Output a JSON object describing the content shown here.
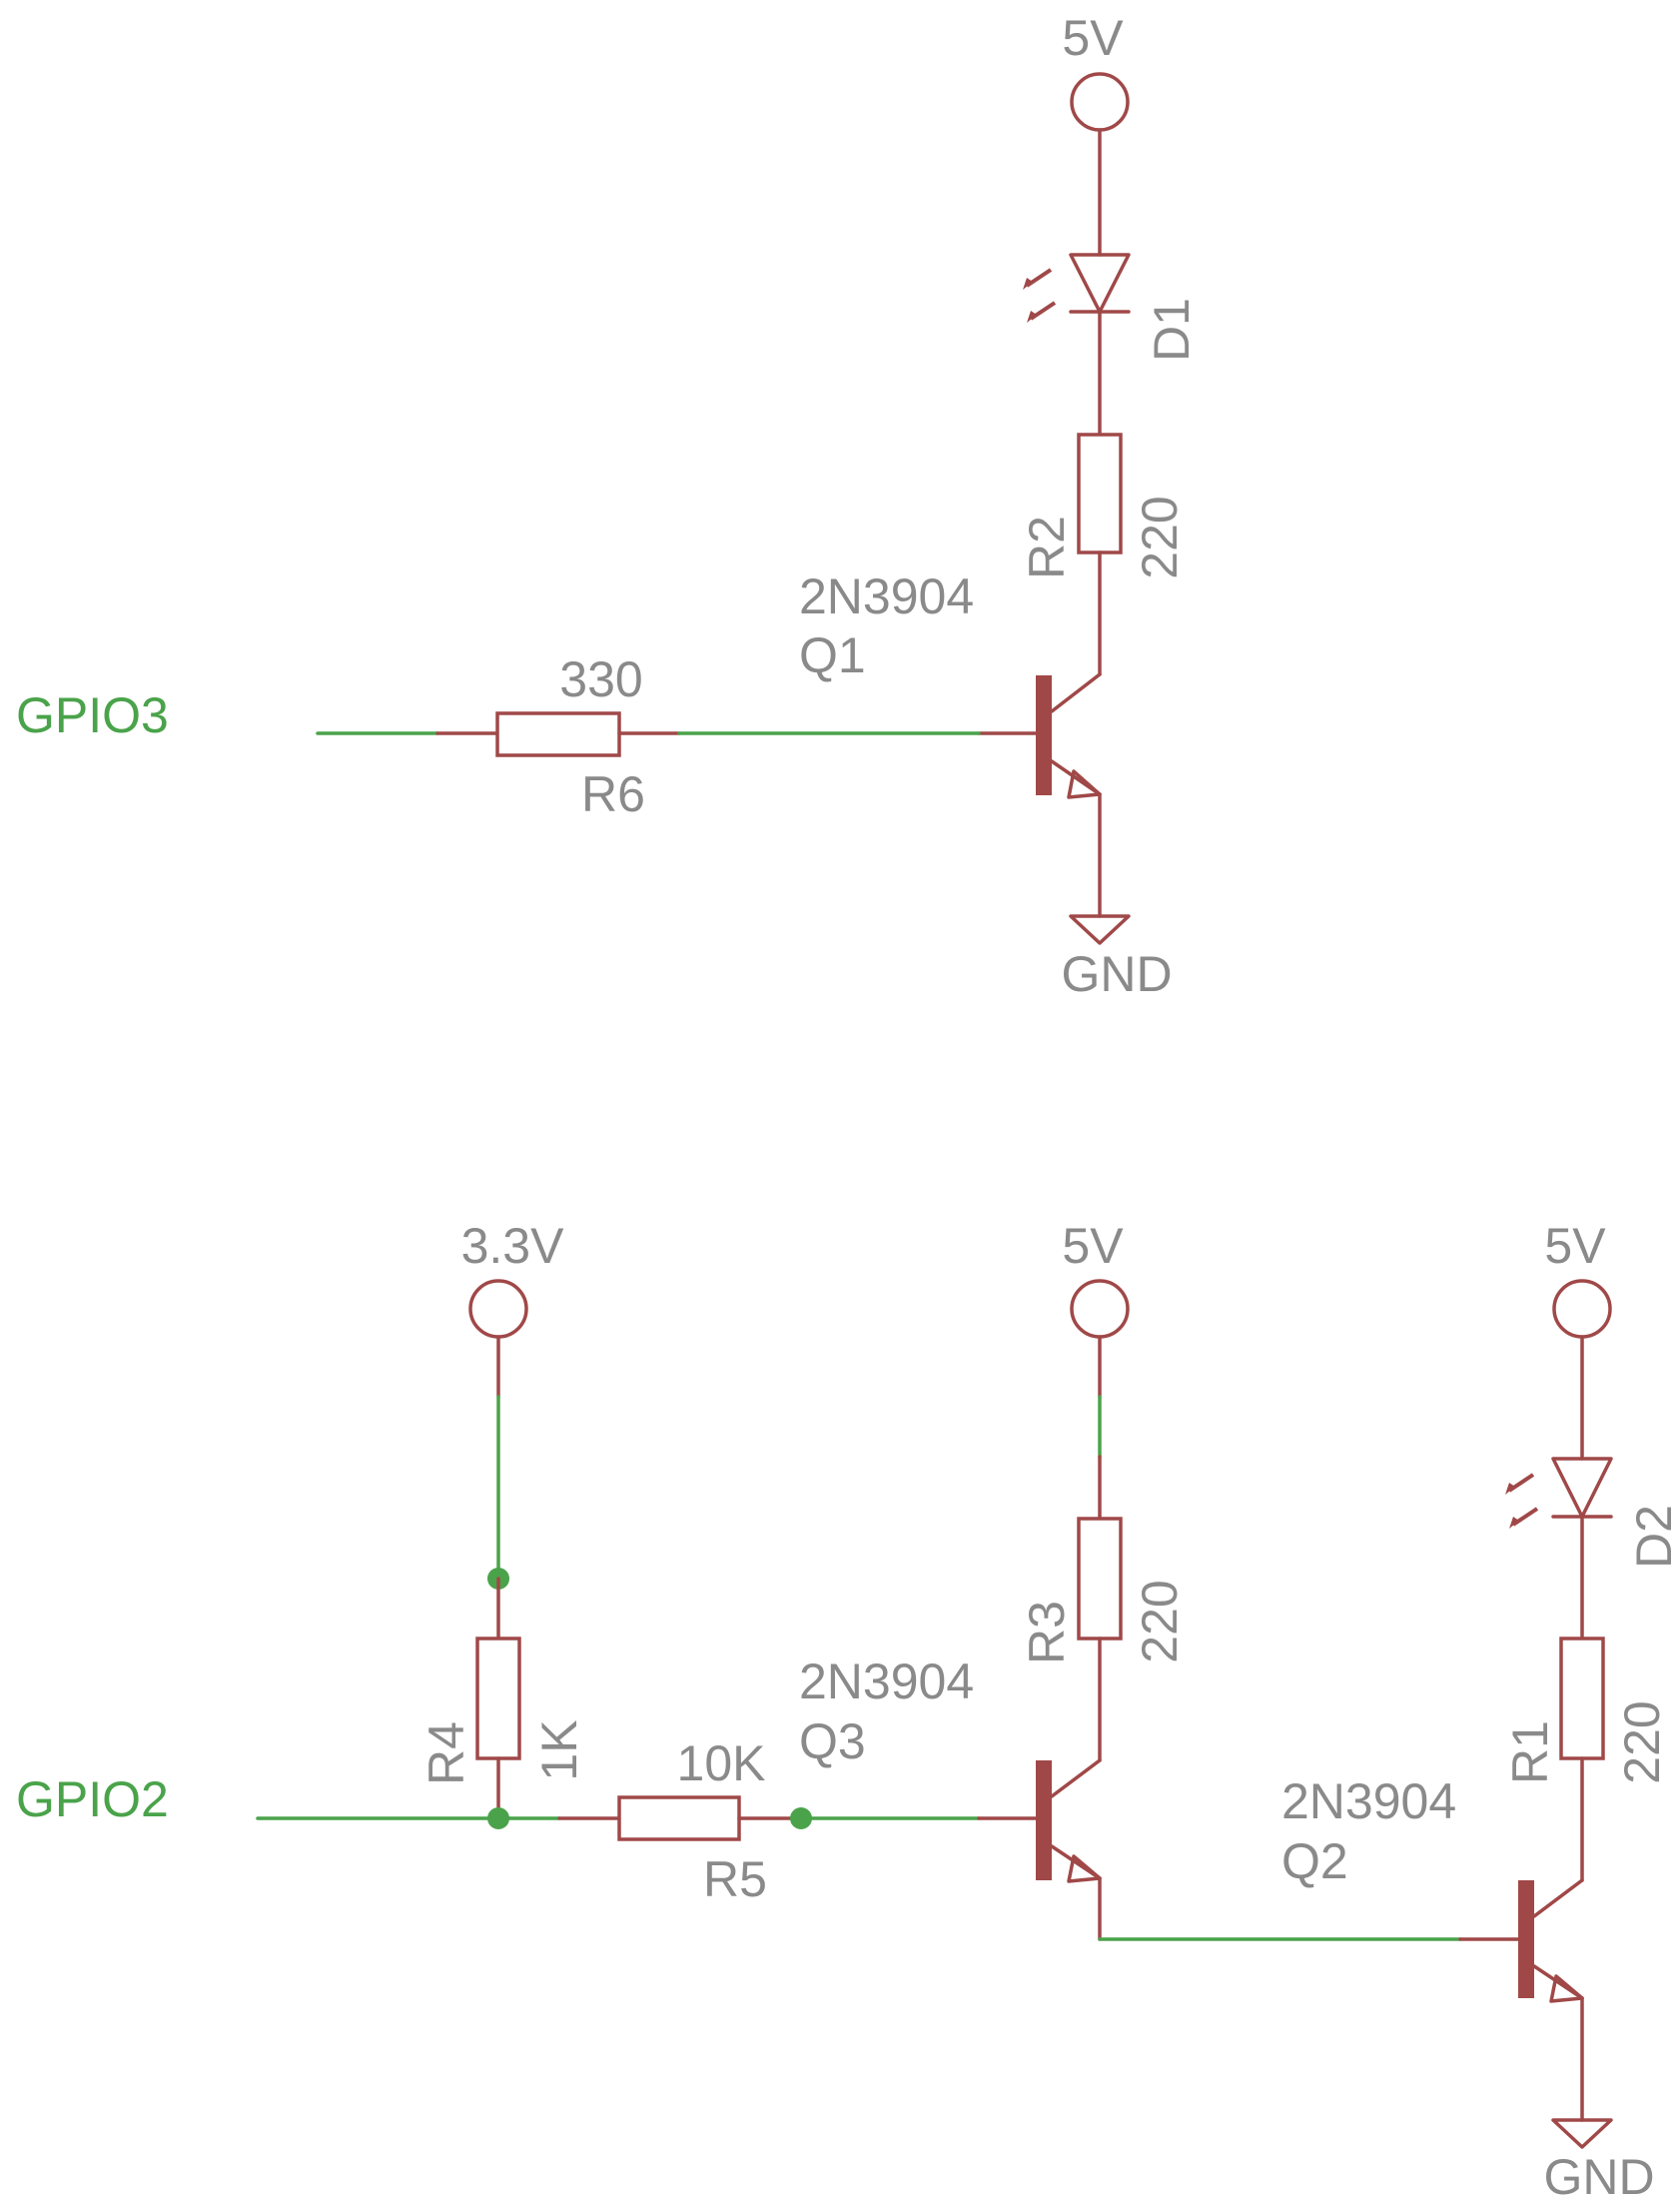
{
  "colors": {
    "component": "#a04848",
    "net_wire": "#4aa34a",
    "label": "#8a8a8a",
    "background": "#ffffff"
  },
  "nets": {
    "gpio3": "GPIO3",
    "gpio2": "GPIO2"
  },
  "supplies": {
    "top_5v": "5V",
    "bottom_33v": "3.3V",
    "bottom_5v_q3": "5V",
    "bottom_5v_q2": "5V",
    "gnd_top": "GND",
    "gnd_bottom": "GND"
  },
  "components": {
    "d1": {
      "name": "D1"
    },
    "d2": {
      "name": "D2"
    },
    "r1": {
      "name": "R1",
      "value": "220"
    },
    "r2": {
      "name": "R2",
      "value": "220"
    },
    "r3": {
      "name": "R3",
      "value": "220"
    },
    "r4": {
      "name": "R4",
      "value": "1K"
    },
    "r5": {
      "name": "R5",
      "value": "10K"
    },
    "r6": {
      "name": "R6",
      "value": "330"
    },
    "q1": {
      "name": "Q1",
      "part": "2N3904"
    },
    "q2": {
      "name": "Q2",
      "part": "2N3904"
    },
    "q3": {
      "name": "Q3",
      "part": "2N3904"
    }
  }
}
